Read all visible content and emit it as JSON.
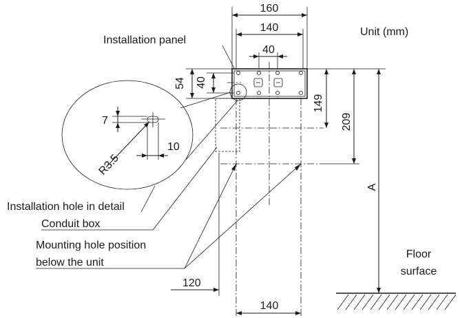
{
  "unit_label": "Unit (mm)",
  "labels": {
    "installation_panel": "Installation panel",
    "installation_hole_detail": "Installation hole in detail",
    "conduit_box": "Conduit box",
    "mounting_hole_line1": "Mounting hole position",
    "mounting_hole_line2": "below the unit",
    "floor_line1": "Floor",
    "floor_line2": "surface"
  },
  "dimensions": {
    "d160": "160",
    "d140_top": "140",
    "d40_top": "40",
    "d54": "54",
    "d40_side": "40",
    "d149": "149",
    "d209": "209",
    "dA": "A",
    "d7": "7",
    "d10": "10",
    "r35": "R3.5",
    "d120": "120",
    "d140_bottom": "140"
  }
}
